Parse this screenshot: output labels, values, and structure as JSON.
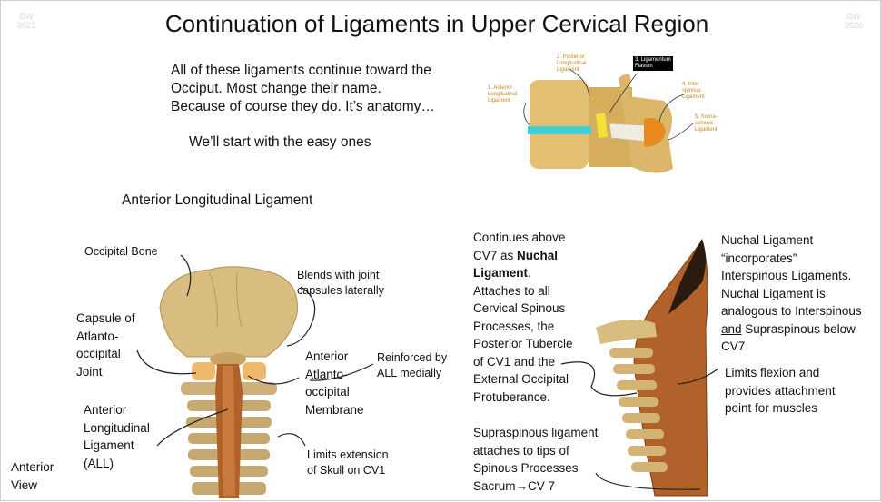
{
  "watermark": {
    "left": [
      "DW",
      "2021"
    ],
    "right": [
      "DW",
      "2020"
    ]
  },
  "title": "Continuation of Ligaments in Upper Cervical Region",
  "intro": {
    "lines": [
      "All of these ligaments continue toward the",
      "Occiput.  Most change their name.",
      "Because of course they do.  It’s anatomy…"
    ],
    "start": "We’ll start with the easy ones"
  },
  "vertebra_diagram": {
    "labels": {
      "anterior_longitudinal": [
        "1. Anterior",
        "Longitudinal",
        "Ligament"
      ],
      "posterior_longitudinal": [
        "2. Posterior",
        "Longitudinal",
        "Ligament"
      ],
      "ligamentum_flavum": [
        "3. Ligamentum",
        "Flavum"
      ],
      "interspinous": [
        "4. Inter-",
        "spinous",
        "Ligament"
      ],
      "supraspinous": [
        "5. Supra-",
        "spinous",
        "Ligament"
      ]
    }
  },
  "section_heading": "Anterior Longitudinal Ligament",
  "anterior_view": {
    "occipital_bone": "Occipital Bone",
    "blends": [
      "Blends with joint",
      "capsules laterally"
    ],
    "capsule": [
      "Capsule of",
      "Atlanto-",
      "occipital",
      "Joint"
    ],
    "membrane": [
      "Anterior",
      "Atlanto-",
      "occipital",
      "Membrane"
    ],
    "reinforced": [
      "Reinforced by",
      "ALL medially"
    ],
    "all_label": [
      "Anterior",
      "Longitudinal",
      "Ligament",
      "(ALL)"
    ],
    "limits": [
      "Limits extension",
      "of Skull on CV1"
    ],
    "view_label": [
      "Anterior",
      "View"
    ]
  },
  "lateral_view": {
    "continues": {
      "line1": "Continues above",
      "line2_pre": "CV7 as ",
      "line2_bold": "Nuchal",
      "line3_bold": "Ligament",
      "line3_post": ".",
      "rest": [
        "Attaches to all",
        "Cervical Spinous",
        "Processes, the",
        "Posterior Tubercle",
        "of CV1 and the",
        "External Occipital",
        "Protuberance."
      ]
    },
    "supraspinous": {
      "lines": [
        "Supraspinous ligament",
        "attaches to tips of",
        "Spinous Processes"
      ],
      "last_pre": "Sacrum",
      "arrow": "→",
      "last_post": "CV 7"
    },
    "nuchal": {
      "lines": [
        "Nuchal Ligament",
        "“incorporates”",
        "Interspinous Ligaments.",
        "Nuchal Ligament is",
        "analogous to Interspinous"
      ],
      "and_word": "and",
      "line6_post": " Supraspinous below",
      "line7": "CV7"
    },
    "flexion": [
      "Limits flexion and",
      "provides attachment",
      "point for muscles"
    ]
  },
  "colors": {
    "bone": "#d8b97e",
    "bone_dark": "#a8874e",
    "ligament": "#b0622a",
    "ligament_dark": "#7a3d14",
    "cyan": "#3ed0d6",
    "yellow": "#f3e23a",
    "orange": "#e88a1c"
  }
}
